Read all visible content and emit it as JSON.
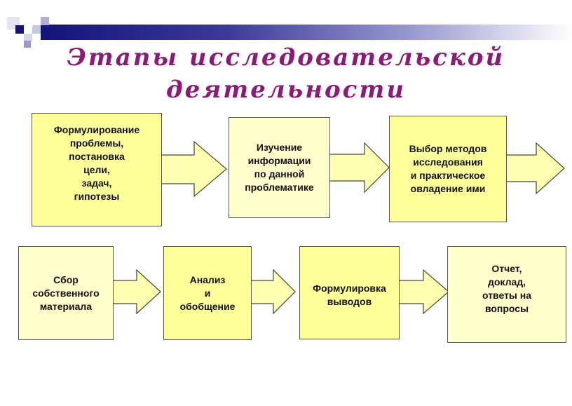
{
  "title": {
    "line1": "Этапы исследовательской",
    "line2": "деятельности"
  },
  "colors": {
    "title": "#8b1a78",
    "box_strong": "#ffff99",
    "box_light": "#ffffcc",
    "header_bar": "#14137a"
  },
  "stages": [
    {
      "label": "Формулирование\nпроблемы,\nпостановка\nцели,\nзадач,\nгипотезы"
    },
    {
      "label": "Изучение\nинформации\nпо данной\nпроблематике"
    },
    {
      "label": "Выбор методов\nисследования\nи практическое\nовладение ими"
    },
    {
      "label": "Сбор\nсобственного\nматериала"
    },
    {
      "label": "Анализ\nи\nобобщение"
    },
    {
      "label": "Формулировка\nвыводов"
    },
    {
      "label": "Отчет,\nдоклад,\nответы на\nвопросы"
    }
  ]
}
